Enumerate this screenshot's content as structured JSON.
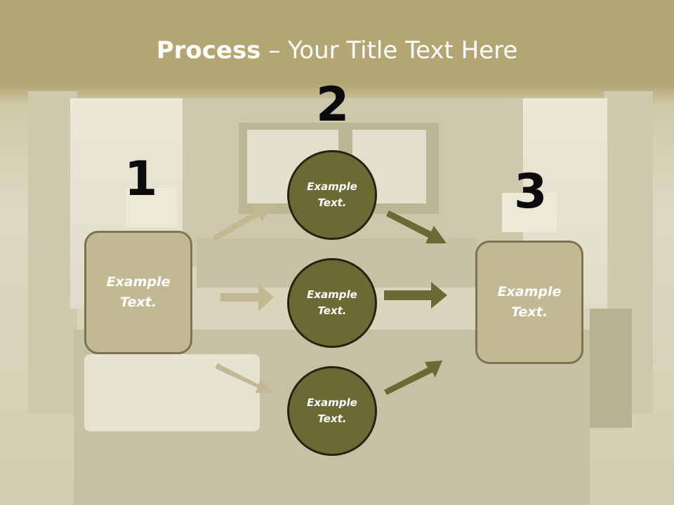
{
  "slide": {
    "title_bold": "Process",
    "title_rest": " – Your Title Text Here",
    "colors": {
      "header_band": "#b3a673",
      "box_fill": "#c2b891",
      "box_border": "#7c7554",
      "circle_fill": "#6b6a35",
      "circle_border": "#232310",
      "arrow_light": "#c2b891",
      "arrow_dark": "#6b6a35"
    }
  },
  "diagram": {
    "steps": [
      {
        "number": "1",
        "text_line1": "Example",
        "text_line2": "Text."
      },
      {
        "number": "2",
        "text_line1": "Example",
        "text_line2": "Text."
      },
      {
        "number": "3",
        "text_line1": "Example",
        "text_line2": "Text."
      }
    ],
    "circles": [
      {
        "text_line1": "Example",
        "text_line2": "Text."
      },
      {
        "text_line1": "Example",
        "text_line2": "Text."
      },
      {
        "text_line1": "Example",
        "text_line2": "Text."
      }
    ]
  }
}
